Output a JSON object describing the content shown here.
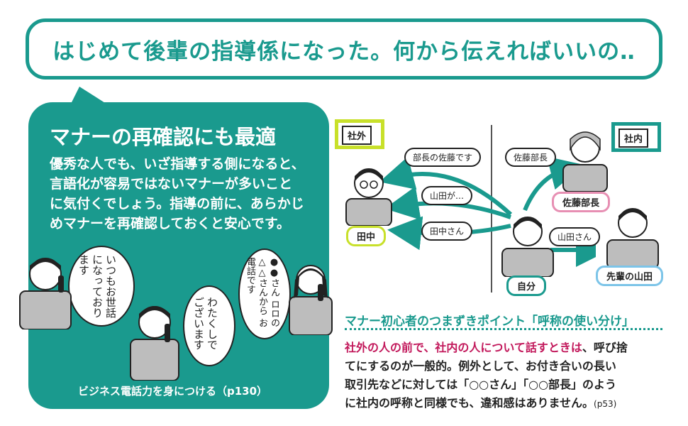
{
  "header": {
    "title": "はじめて後輩の指導係になった。何から伝えればいいの‥"
  },
  "left": {
    "title": "マナーの再確認にも最適",
    "body_lines": [
      "優秀な人でも、いざ指導する側になると、",
      "言語化が容易ではないマナーが多いこと",
      "に気付くでしょう。指導の前に、あらかじ",
      "めマナーを再確認しておくと安心です。"
    ],
    "caption": "ビジネス電話力を身につける（p130）",
    "bubble1": "いつもお世話になっております",
    "bubble2": "わたくしでございます",
    "bubble3": "●●さん ロロの△△さんから お電話です"
  },
  "diagram": {
    "outside_tag": "社外",
    "inside_tag": "社内",
    "tanaka": "田中",
    "self": "自分",
    "sato_bucho": "佐藤部長",
    "senpai_yamada": "先輩の山田",
    "speech_bucho_sato": "部長の佐藤です",
    "speech_yamada_ga": "山田が…",
    "speech_tanaka_san": "田中さん",
    "speech_sato_bucho": "佐藤部長",
    "speech_yamada_san": "山田さん"
  },
  "tips": {
    "title": "マナー初心者のつまずきポイント「呼称の使い分け」",
    "line1_pink": "社外の人の前で、社内の人について話すときは",
    "line1_rest": "、呼び捨",
    "line2": "てにするのが一般的。例外として、お付き合いの長い",
    "line3": "取引先などに対しては「○○さん」「○○部長」のよう",
    "line4_main": "に社内の呼称と同様でも、違和感はありません。",
    "line4_ref": "(p53)"
  },
  "colors": {
    "teal": "#1a9a8e",
    "pink": "#c2185b",
    "lime": "#c8e02a",
    "pinkframe": "#e78fb3",
    "blueframe": "#7cc4e8"
  }
}
